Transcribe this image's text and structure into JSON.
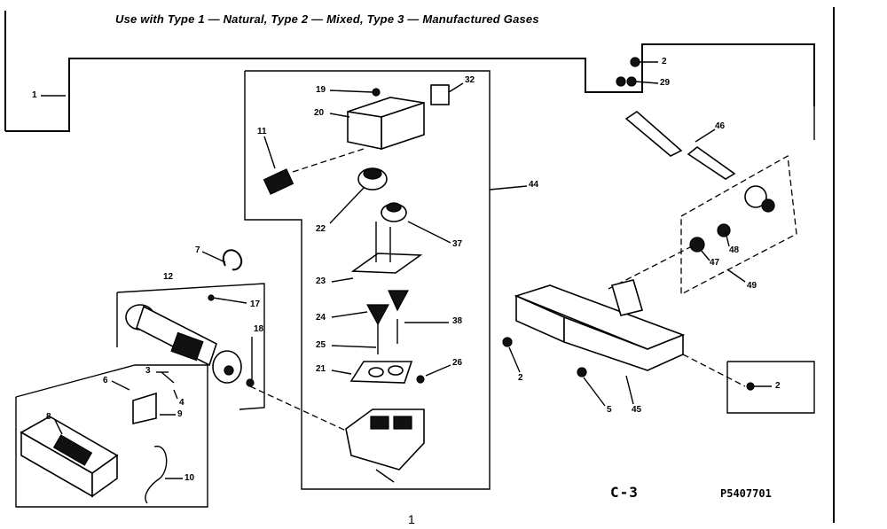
{
  "heading": "Use with Type 1 — Natural, Type 2 — Mixed, Type 3 — Manufactured Gases",
  "page_id": "C-3",
  "doc_number": "P5407701",
  "page_number": "1",
  "callouts": {
    "c1": "1",
    "c2a": "2",
    "c29": "29",
    "c32": "32",
    "c19": "19",
    "c20": "20",
    "c11": "11",
    "c44": "44",
    "c22": "22",
    "c37": "37",
    "c23": "23",
    "c24": "24",
    "c38": "38",
    "c25": "25",
    "c21": "21",
    "c26": "26",
    "c46": "46",
    "c48a": "48",
    "c47": "47",
    "c49": "49",
    "c2b": "2",
    "c5": "5",
    "c45": "45",
    "c2c": "2",
    "c7": "7",
    "c12": "12",
    "c17": "17",
    "c18": "18",
    "c3": "3",
    "c4": "4",
    "c6": "6",
    "c8": "8",
    "c9": "9",
    "c10": "10"
  }
}
